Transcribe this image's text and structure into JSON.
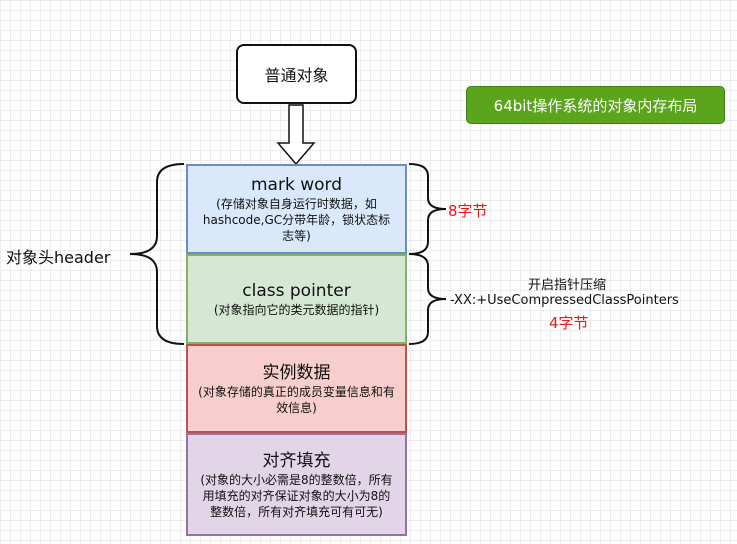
{
  "title_node": "普通对象",
  "badge": "64bit操作系统的对象内存布局",
  "header_label": "对象头header",
  "blocks": {
    "mark_word": {
      "title": "mark word",
      "desc": "(存储对象自身运行时数据，如hashcode,GC分带年龄，锁状态标志等)"
    },
    "class_pointer": {
      "title": "class pointer",
      "desc": "(对象指向它的类元数据的指针)"
    },
    "instance_data": {
      "title": "实例数据",
      "desc": "(对象存储的真正的成员变量信息和有效信息)"
    },
    "padding": {
      "title": "对齐填充",
      "desc": "(对象的大小必需是8的整数倍，所有用填充的对齐保证对象的大小为8的整数倍，所有对齐填充可有可无)"
    }
  },
  "mark_size": "8字节",
  "class_size": "4字节",
  "compress_title": "开启指针压缩",
  "compress_flag": "-XX:+UseCompressedClassPointers",
  "colors": {
    "badge": "#5aa51c",
    "mark_fill": "#dae8fc",
    "mark_border": "#6c8ebf",
    "class_fill": "#d5e8d4",
    "class_border": "#82b366",
    "inst_fill": "#f8cecc",
    "inst_border": "#b85450",
    "pad_fill": "#e1d5e7",
    "pad_border": "#9673a6",
    "size_text": "#e31a1a"
  }
}
